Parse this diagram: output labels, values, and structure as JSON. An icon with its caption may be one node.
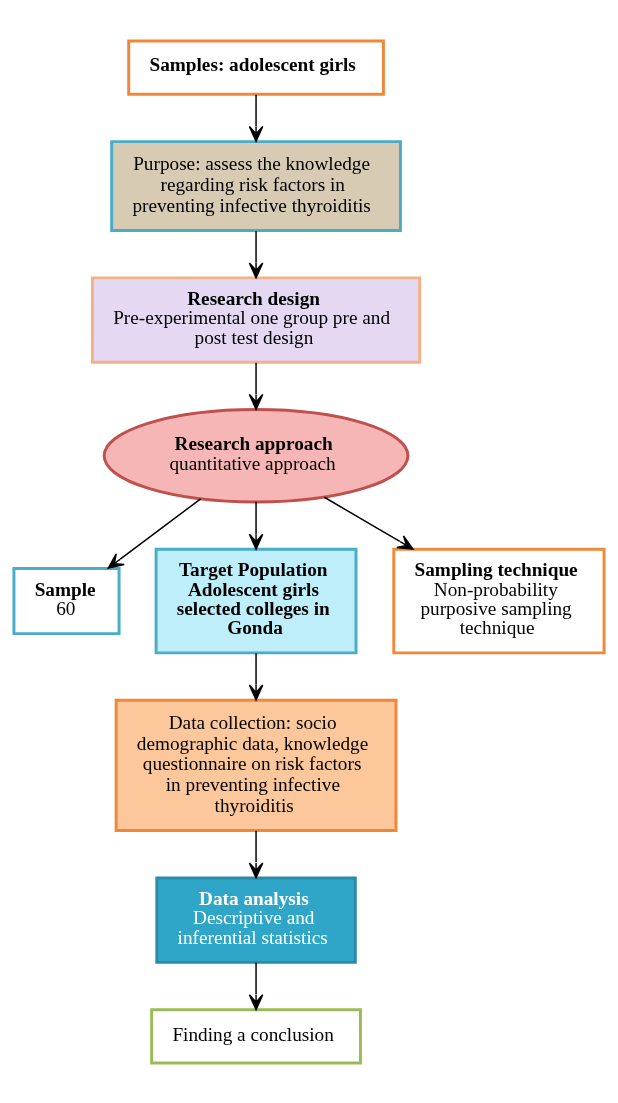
{
  "diagram": {
    "nodes": [
      {
        "text": [
          "Samples: adolescent girls"
        ]
      },
      {
        "text": [
          "Purpose: assess the knowledge regarding risk factors in preventing infective thyroiditis"
        ]
      },
      {
        "text": [
          "Research design",
          "Pre-experimental one group pre and post test design"
        ]
      },
      {
        "text": [
          "Research approach",
          "quantitative approach"
        ]
      },
      {
        "text": [
          "Sample",
          "60"
        ]
      },
      {
        "text": [
          "Target Population Adolescent girls selected colleges in Gonda"
        ]
      },
      {
        "text": [
          "Sampling technique",
          "Non-probability purposive sampling technique"
        ]
      },
      {
        "text": [
          "Data collection: socio demographic data, knowledge questionnaire on risk factors in preventing infective thyroiditis"
        ]
      },
      {
        "text": [
          "Data analysis",
          "Descriptive and inferential statistics"
        ]
      },
      {
        "text": [
          "Finding a conclusion"
        ]
      }
    ],
    "edges": [
      {
        "from": 0,
        "to": 1,
        "arrow": "to"
      },
      {
        "from": 1,
        "to": 2,
        "arrow": "to"
      },
      {
        "from": 2,
        "to": 3,
        "arrow": "to"
      },
      {
        "from": 3,
        "to": 4,
        "arrow": "to"
      },
      {
        "from": 3,
        "to": 5,
        "arrow": "to"
      },
      {
        "from": 3,
        "to": 6,
        "arrow": "to"
      },
      {
        "from": 5,
        "to": 7,
        "arrow": "to"
      },
      {
        "from": 7,
        "to": 8,
        "arrow": "to"
      },
      {
        "from": 8,
        "to": 9,
        "arrow": "to"
      }
    ]
  }
}
